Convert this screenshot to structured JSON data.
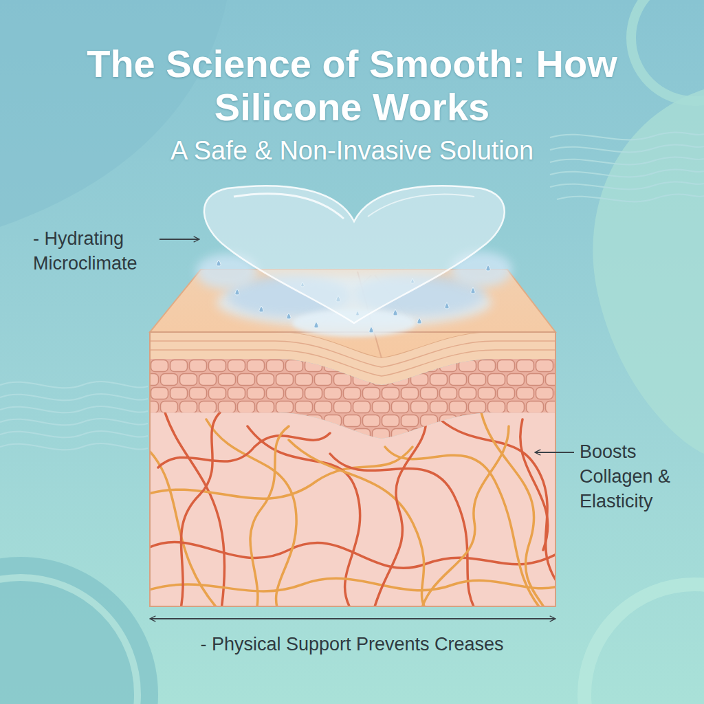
{
  "diagram": {
    "title": "The Science of Smooth: How Silicone Works",
    "labels": [
      "A Safe & Non-Invasive Solution",
      "- Hydrating Microclimate",
      "Boosts Collagen & Elasticity",
      "- Physical Support Prevents Creases"
    ]
  }
}
